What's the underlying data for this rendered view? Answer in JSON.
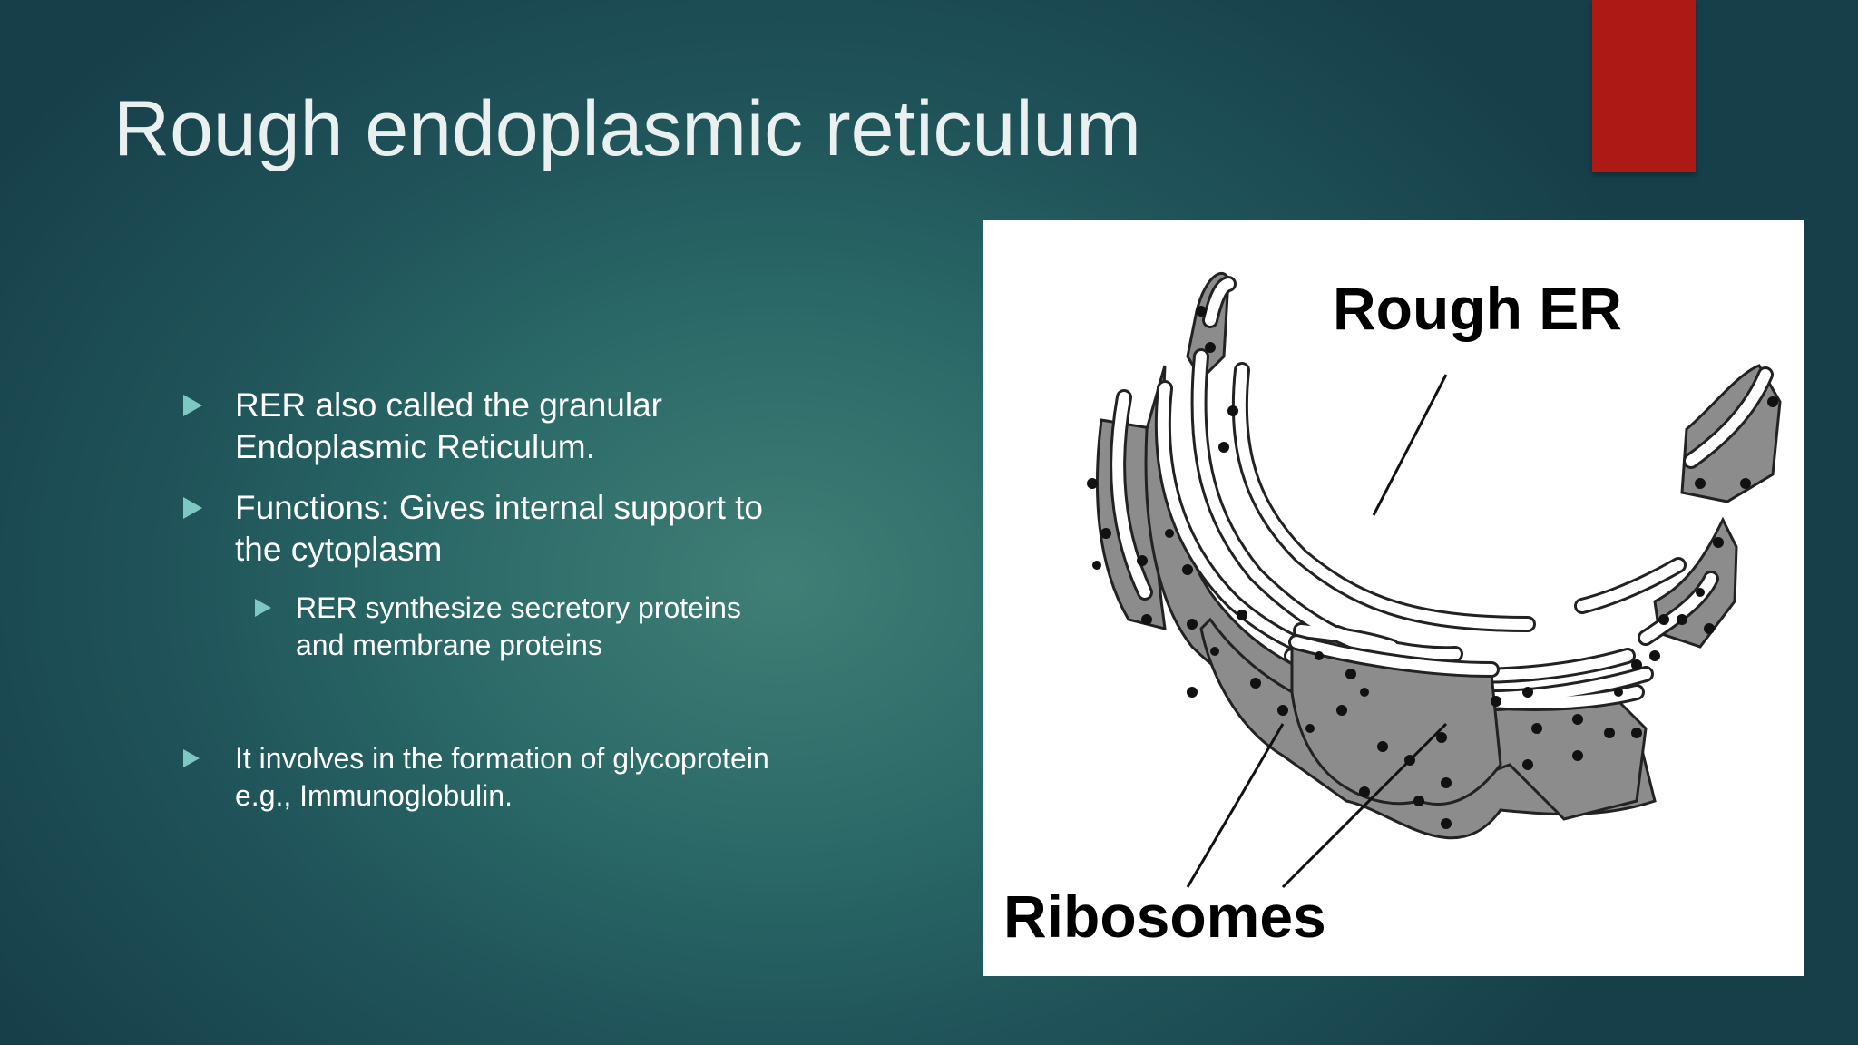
{
  "slide": {
    "title": "Rough endoplasmic reticulum",
    "accent_color": "#ad1a16",
    "bullet_color": "#7ec8c4",
    "bullets": [
      {
        "level": 1,
        "text": "RER  also called the granular\nEndoplasmic Reticulum."
      },
      {
        "level": 1,
        "text": "Functions: Gives internal support to\nthe cytoplasm"
      },
      {
        "level": 2,
        "text": "RER synthesize secretory proteins\nand membrane proteins"
      },
      {
        "level": 1,
        "text": "It involves in the formation of glycoprotein\ne.g., Immunoglobulin."
      }
    ]
  },
  "figure": {
    "label_top": "Rough ER",
    "label_bottom": "Ribosomes",
    "icon": "rough-er-illustration"
  }
}
